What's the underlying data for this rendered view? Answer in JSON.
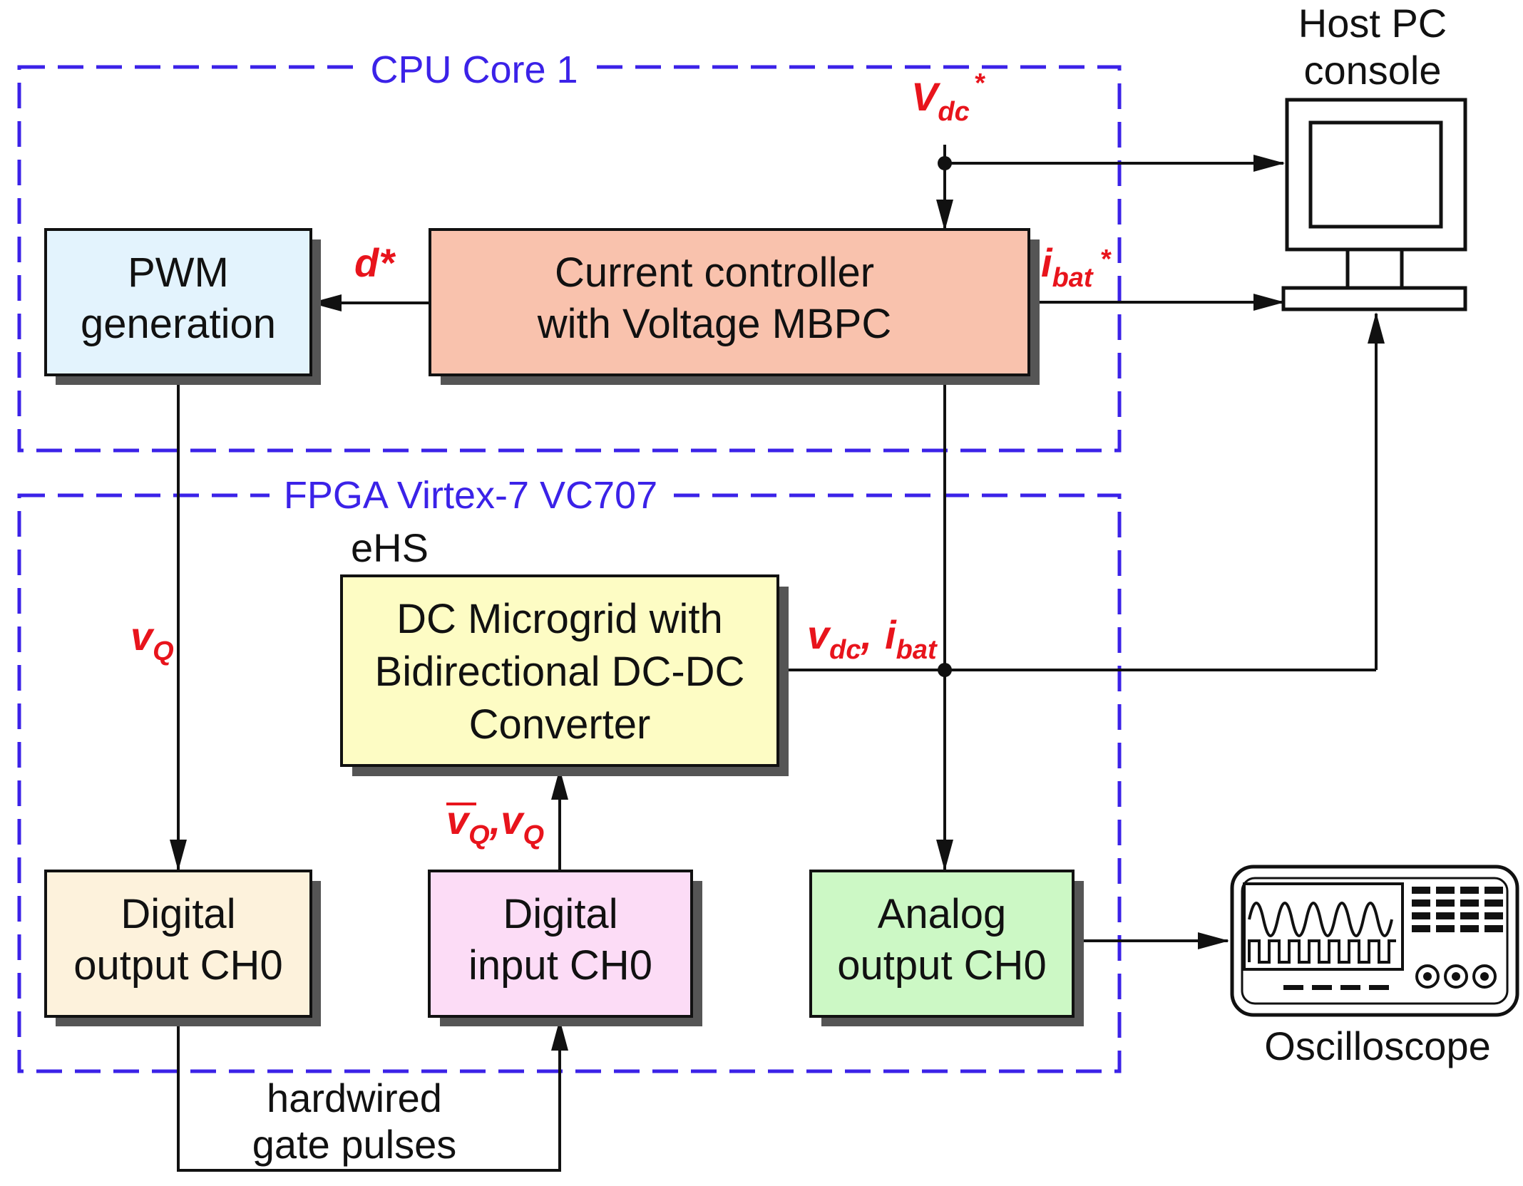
{
  "groups": {
    "cpu": {
      "title": "CPU Core 1"
    },
    "fpga": {
      "title": "FPGA Virtex-7 VC707",
      "sublabel": "eHS"
    }
  },
  "blocks": {
    "pwm": {
      "line1": "PWM",
      "line2": "generation",
      "color": "#e3f3fd"
    },
    "controller": {
      "line1": "Current controller",
      "line2": "with Voltage MBPC",
      "color": "#f9c2ad"
    },
    "microgrid": {
      "line1": "DC Microgrid with",
      "line2": "Bidirectional DC-DC",
      "line3": "Converter",
      "color": "#fdfcc4"
    },
    "digital_out": {
      "line1": "Digital",
      "line2": "output CH0",
      "color": "#fdf2dc"
    },
    "digital_in": {
      "line1": "Digital",
      "line2": "input CH0",
      "color": "#fcdcf6"
    },
    "analog_out": {
      "line1": "Analog",
      "line2": "output CH0",
      "color": "#ccf8c5"
    }
  },
  "devices": {
    "host_pc": {
      "line1": "Host PC",
      "line2": "console"
    },
    "oscilloscope": {
      "label": "Oscilloscope"
    }
  },
  "signals": {
    "d_star": "d*",
    "vdc_ref": {
      "main": "V",
      "sub": "dc",
      "sup": "*"
    },
    "ibat_ref": {
      "main": "i",
      "sub": "bat",
      "sup": "*"
    },
    "vq_pwm": {
      "main": "v",
      "sub": "Q"
    },
    "vdc_ibat": {
      "v": "v",
      "v_sub": "dc",
      "sep": ",",
      "i": "i",
      "i_sub": "bat"
    },
    "vq_pair": {
      "a": "v",
      "a_sub": "Q",
      "sep": ",",
      "b": "v",
      "b_sub": "Q"
    }
  },
  "hardwired": {
    "line1": "hardwired",
    "line2": "gate pulses"
  },
  "colors": {
    "dashed_border": "#3b22e8",
    "signal_text": "#e8141c",
    "group_title": "#3b22e8"
  }
}
